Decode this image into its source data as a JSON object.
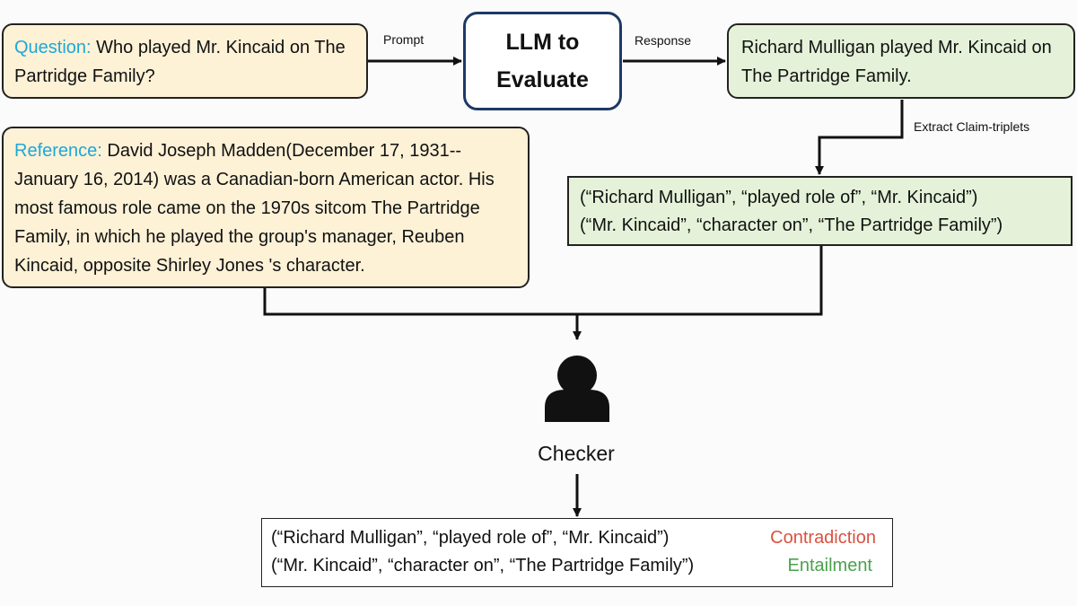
{
  "question": {
    "label": "Question:",
    "text": "Who played Mr. Kincaid on The Partridge Family?"
  },
  "reference": {
    "label": "Reference:",
    "text": "David Joseph Madden(December 17, 1931--January 16, 2014) was a Canadian-born American actor. His most famous role came on the 1970s sitcom The Partridge Family, in which he played the group's manager, Reuben Kincaid, opposite Shirley Jones 's character."
  },
  "llm": {
    "line1": "LLM to",
    "line2": "Evaluate"
  },
  "response": {
    "text": "Richard Mulligan played Mr. Kincaid on The Partridge Family."
  },
  "edges": {
    "prompt": "Prompt",
    "response": "Response",
    "extract": "Extract Claim-triplets"
  },
  "triplets": [
    "(“Richard Mulligan”, “played role of”, “Mr. Kincaid”)",
    "(“Mr. Kincaid”, “character on”, “The Partridge Family”)"
  ],
  "checker": {
    "label": "Checker",
    "icon": "person-icon"
  },
  "results": [
    {
      "triplet": "(“Richard Mulligan”, “played role of”, “Mr. Kincaid”)",
      "verdict": "Contradiction"
    },
    {
      "triplet": "(“Mr. Kincaid”, “character on”, “The Partridge Family”)",
      "verdict": "Entailment"
    }
  ],
  "colors": {
    "label_blue": "#1fa7d8",
    "contradiction": "#d9523f",
    "entailment": "#4aa24c",
    "input_fill": "#fdf1d6",
    "output_fill": "#e5f2d9",
    "llm_border": "#1c3a66"
  }
}
